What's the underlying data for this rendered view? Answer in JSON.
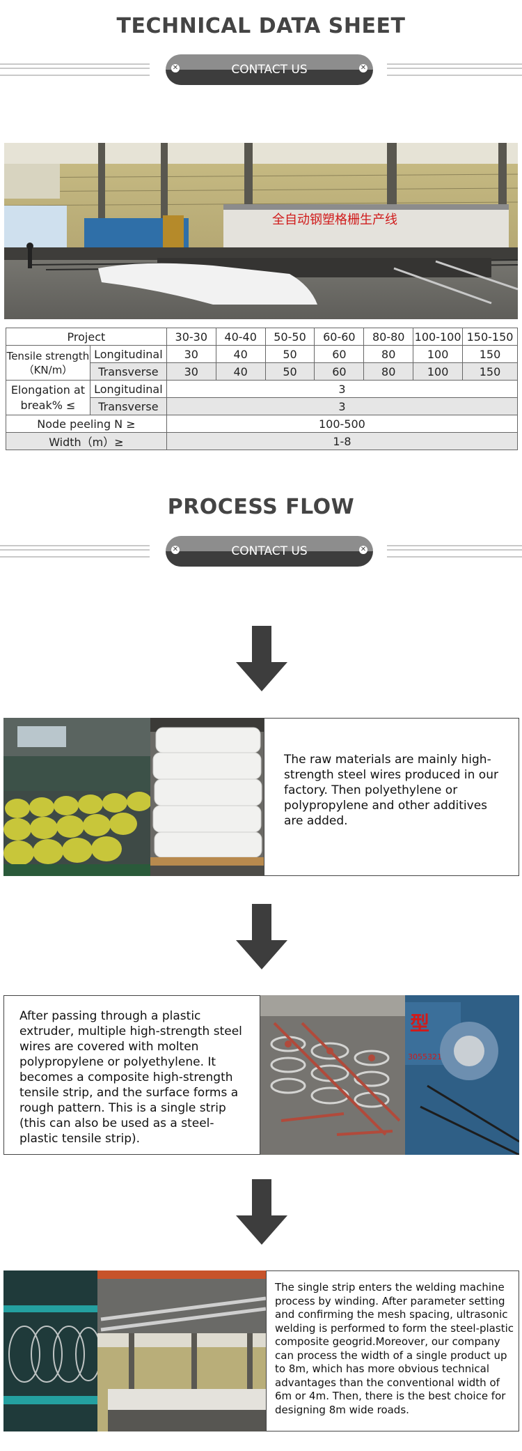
{
  "technical": {
    "title": "TECHNICAL DATA SHEET",
    "contact_label": "CONTACT US",
    "factory_banner": "全自动钢塑格栅生产线"
  },
  "table": {
    "header": [
      "Project",
      "30-30",
      "40-40",
      "50-50",
      "60-60",
      "80-80",
      "100-100",
      "150-150"
    ],
    "tensile_label_1": "Tensile strength",
    "tensile_label_2": "（KN/m）",
    "longitudinal": "Longitudinal",
    "transverse": "Transverse",
    "long_values": [
      "30",
      "40",
      "50",
      "60",
      "80",
      "100",
      "150"
    ],
    "trans_values": [
      "30",
      "40",
      "50",
      "60",
      "80",
      "100",
      "150"
    ],
    "elong_label_1": "Elongation at",
    "elong_label_2": "break% ≤",
    "elong_long": "3",
    "elong_trans": "3",
    "node_label": "Node peeling N ≥",
    "node_value": "100-500",
    "width_label": "Width（m）≥",
    "width_value": "1-8"
  },
  "process": {
    "title": "PROCESS FLOW",
    "contact_label": "CONTACT US",
    "step1_text": "The raw materials are mainly high-strength steel wires produced in our factory. Then polyethylene or polypropylene and other additives are added.",
    "step2_text": "After passing through a plastic extruder, multiple high-strength steel wires are covered with molten polypropylene or polyethylene. It becomes a composite high-strength tensile strip, and the surface forms a rough pattern. This is a single strip (this can also be used as a steel-plastic tensile strip).",
    "step3_text": "The single strip enters the welding machine process by winding. After parameter setting and confirming the mesh spacing, ultrasonic welding is performed to form the steel-plastic composite geogrid.Moreover, our company can process the width of a single product up to 8m, which has more obvious technical advantages than the conventional width of 6m or 4m. Then, there is the best choice for designing 8m wide roads.",
    "step2_sign": "型",
    "step2_sign_2": "3055321"
  },
  "colors": {
    "title": "#444444",
    "button_top": "#8d8d8d",
    "button_bottom": "#3d3d3d",
    "arrow": "#3d3d3d",
    "banner_text": "#d01b1b"
  },
  "icons": [
    "close-circle-icon",
    "down-arrow-icon"
  ]
}
